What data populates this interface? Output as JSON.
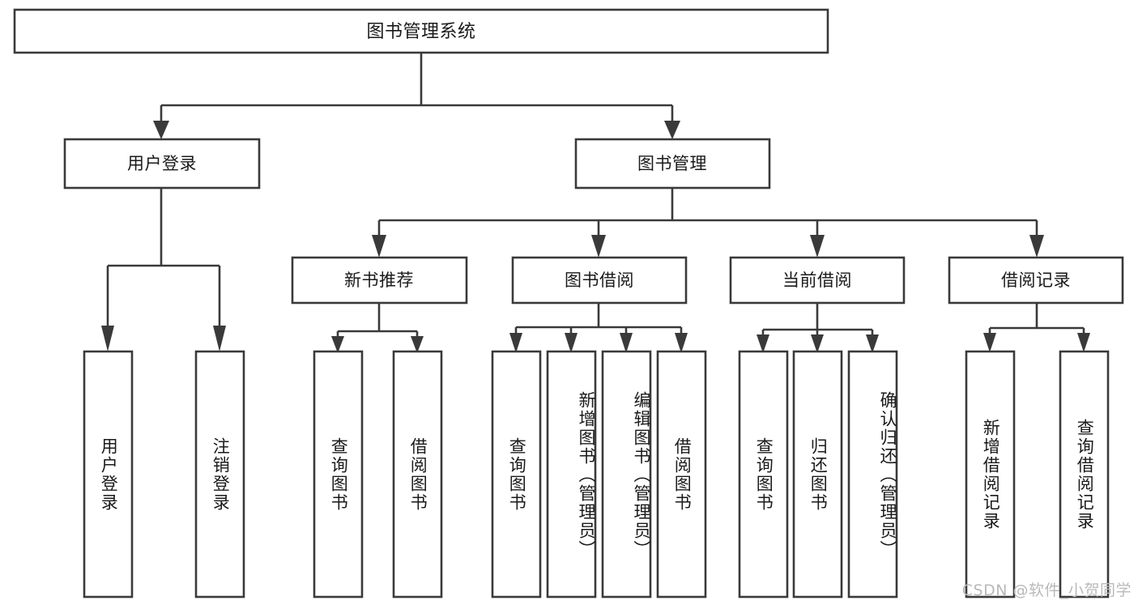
{
  "diagram": {
    "type": "tree",
    "title": "图书管理系统",
    "watermark": "CSDN @软件_小贺同学",
    "colors": {
      "background": "#ffffff",
      "box_stroke": "#3a3a3a",
      "box_fill": "#ffffff",
      "text": "#1a1a1a",
      "watermark": "#b9b9b9"
    },
    "root": {
      "label": "图书管理系统"
    },
    "level2": [
      {
        "label": "用户登录"
      },
      {
        "label": "图书管理"
      }
    ],
    "level3": [
      {
        "label": "新书推荐"
      },
      {
        "label": "图书借阅"
      },
      {
        "label": "当前借阅"
      },
      {
        "label": "借阅记录"
      }
    ],
    "leaves": {
      "user_login": [
        {
          "label": "用户登录"
        },
        {
          "label": "注销登录"
        }
      ],
      "new_book": [
        {
          "label": "查询图书"
        },
        {
          "label": "借阅图书"
        }
      ],
      "book_borrow": [
        {
          "label": "查询图书"
        },
        {
          "label": "新增图书（管理员）"
        },
        {
          "label": "编辑图书（管理员）"
        },
        {
          "label": "借阅图书"
        }
      ],
      "current_borrow": [
        {
          "label": "查询图书"
        },
        {
          "label": "归还图书"
        },
        {
          "label": "确认归还（管理员）"
        }
      ],
      "borrow_record": [
        {
          "label": "新增借阅记录"
        },
        {
          "label": "查询借阅记录"
        }
      ]
    }
  }
}
